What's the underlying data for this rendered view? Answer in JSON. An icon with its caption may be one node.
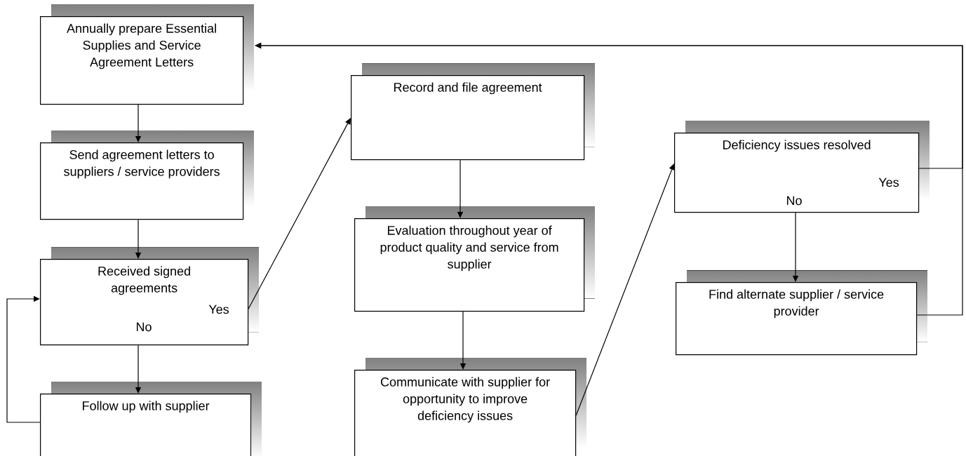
{
  "diagram": {
    "nodes": [
      {
        "text": [
          "Annually prepare Essential Supplies and Service Agreement Letters"
        ]
      },
      {
        "text": [
          "Send agreement letters to suppliers / service providers"
        ]
      },
      {
        "text": [
          "Received signed agreements"
        ]
      },
      {
        "text": [
          "Follow up with supplier"
        ]
      },
      {
        "text": [
          "Record and file agreement"
        ]
      },
      {
        "text": [
          "Evaluation throughout year of product quality and service from supplier"
        ]
      },
      {
        "text": [
          "Communicate with supplier for opportunity to improve deficiency issues"
        ]
      },
      {
        "text": [
          "Deficiency issues resolved"
        ]
      },
      {
        "text": [
          "Find alternate supplier / service provider"
        ]
      }
    ],
    "edges": [
      {
        "from": 0,
        "to": 1,
        "arrow": "to"
      },
      {
        "from": 1,
        "to": 2,
        "arrow": "to"
      },
      {
        "from": 2,
        "to": 3,
        "arrow": "to",
        "label": "No"
      },
      {
        "from": 3,
        "to": 2,
        "arrow": "to"
      },
      {
        "from": 2,
        "to": 4,
        "arrow": "to",
        "label": "Yes"
      },
      {
        "from": 4,
        "to": 5,
        "arrow": "to"
      },
      {
        "from": 5,
        "to": 6,
        "arrow": "to"
      },
      {
        "from": 6,
        "to": 7,
        "arrow": "to"
      },
      {
        "from": 7,
        "to": 8,
        "arrow": "to",
        "label": "No"
      },
      {
        "from": 7,
        "to": 0,
        "arrow": "to",
        "label": "Yes"
      },
      {
        "from": 8,
        "to": 0,
        "arrow": "to"
      }
    ]
  }
}
